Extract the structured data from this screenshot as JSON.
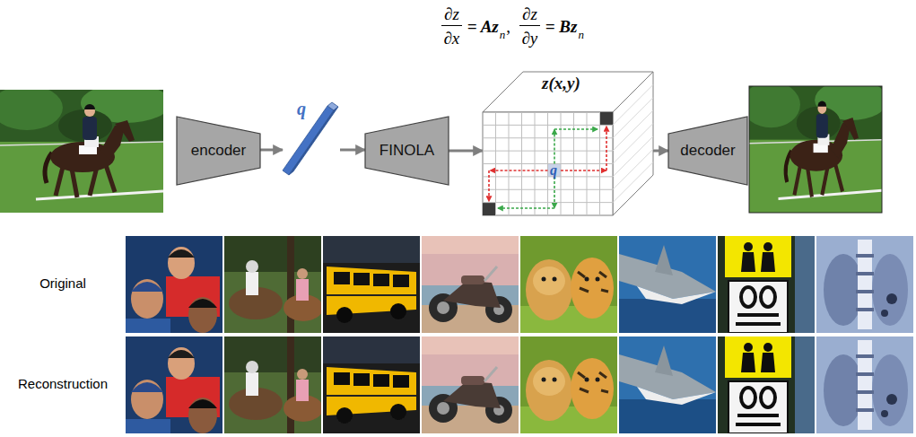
{
  "diagram": {
    "nodes": [
      {
        "text": [
          "encoder"
        ]
      },
      {
        "text": [
          "q"
        ]
      },
      {
        "text": [
          "FINOLA"
        ]
      },
      {
        "text": [
          "z(x,y)",
          "q"
        ]
      },
      {
        "text": [
          "decoder"
        ]
      }
    ],
    "edges": [
      {
        "from": 0,
        "to": 1,
        "arrow": "to"
      },
      {
        "from": 1,
        "to": 2,
        "arrow": "to"
      },
      {
        "from": 2,
        "to": 3,
        "arrow": "to"
      },
      {
        "from": 3,
        "to": 4,
        "arrow": "to"
      }
    ],
    "labels": [
      "∂z",
      "∂x",
      "= Az",
      "n",
      ",",
      "∂z",
      "∂y",
      "= Bz",
      "n",
      "Original",
      "Reconstruction"
    ]
  }
}
